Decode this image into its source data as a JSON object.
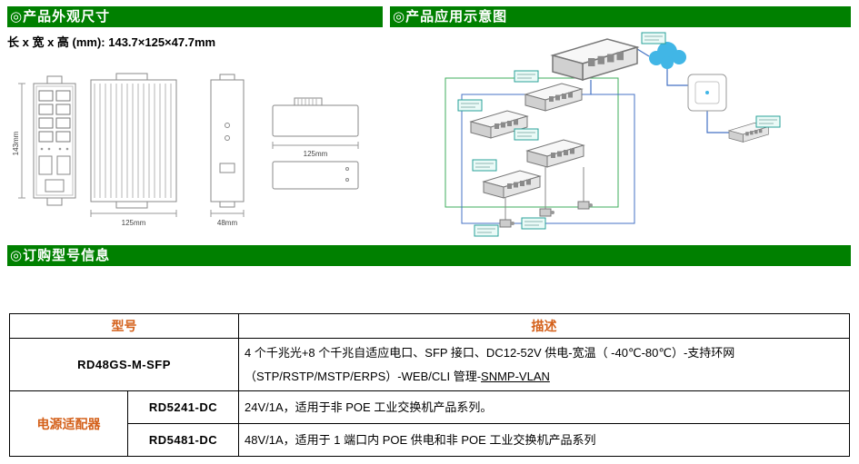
{
  "colors": {
    "section_green": "#008000",
    "accent_orange": "#d4601a",
    "diagram_blue": "#4472c4",
    "diagram_green": "#3fae5c",
    "cloud_cyan": "#41b6e6"
  },
  "sections": {
    "appearance": {
      "title": "◎产品外观尺寸",
      "dimensions_line": "长 x 宽 x 高 (mm): 143.7×125×47.7mm",
      "drawing_dims": {
        "height": "143mm",
        "depth": "125mm",
        "width": "48mm",
        "top_width": "125mm"
      }
    },
    "application": {
      "title": "◎产品应用示意图"
    },
    "ordering": {
      "title": "◎订购型号信息"
    }
  },
  "ordering_table": {
    "headers": {
      "model": "型号",
      "description": "描述"
    },
    "rows": [
      {
        "model": "RD48GS-M-SFP",
        "desc_line1": "4 个千兆光+8 个千兆自适应电口、SFP 接口、DC12-52V 供电-宽温（ -40℃-80℃）-支持环网",
        "desc_line2_prefix": "（STP/RSTP/MSTP/ERPS）-WEB/CLI 管理-",
        "desc_line2_underlined": "SNMP-VLAN"
      },
      {
        "group": "电源适配器",
        "model": "RD5241-DC",
        "desc": "24V/1A，适用于非 POE 工业交换机产品系列。"
      },
      {
        "model": "RD5481-DC",
        "desc": "48V/1A，适用于 1 端口内 POE 供电和非 POE 工业交换机产品系列"
      }
    ]
  }
}
